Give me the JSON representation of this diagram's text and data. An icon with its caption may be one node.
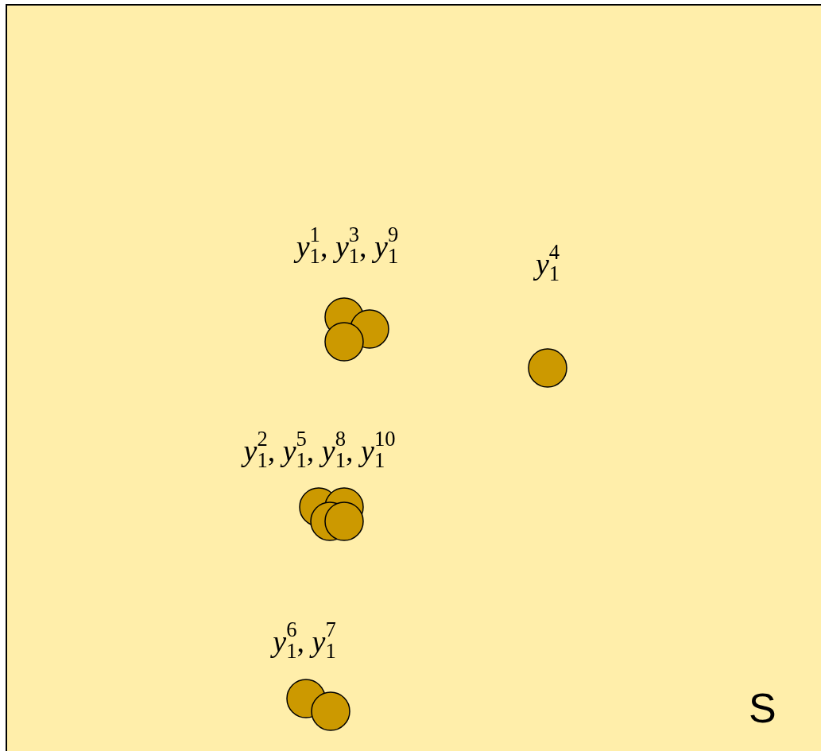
{
  "diagram": {
    "nodes": [
      {
        "text": [
          "S"
        ]
      },
      {
        "text": [],
        "shape": "circle",
        "in": 0
      },
      {
        "text": [],
        "shape": "circle",
        "in": 0
      },
      {
        "text": [],
        "shape": "circle",
        "in": 0
      },
      {
        "text": [],
        "shape": "circle",
        "in": 0
      },
      {
        "text": [],
        "shape": "circle",
        "in": 0
      },
      {
        "text": [],
        "shape": "circle",
        "in": 0
      },
      {
        "text": [],
        "shape": "circle",
        "in": 0
      },
      {
        "text": [],
        "shape": "circle",
        "in": 0
      },
      {
        "text": [],
        "shape": "circle",
        "in": 0
      },
      {
        "text": [],
        "shape": "circle",
        "in": 0
      }
    ],
    "labels": [
      "*y*$_{1}$$^{1}$, *y*$_{1}$$^{3}$, *y*$_{1}$$^{9}$",
      "*y*$_{1}$$^{4}$",
      "*y*$_{1}$$^{2}$, *y*$_{1}$$^{5}$, *y*$_{1}$$^{8}$, *y*$_{1}$$^{10}$",
      "*y*$_{1}$$^{6}$, *y*$_{1}$$^{7}$"
    ]
  }
}
